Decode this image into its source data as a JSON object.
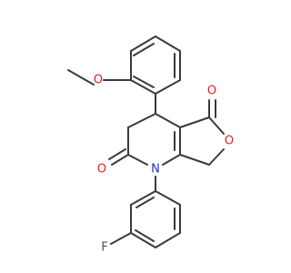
{
  "molecule": {
    "atoms": {
      "o_methoxy": "O",
      "o_ketone_top": "O",
      "o_ring": "O",
      "o_ketone_left": "O",
      "n_ring": "N",
      "f_sub": "F"
    },
    "colors": {
      "bond": "#3a3a3a",
      "oxygen": "#e0211b",
      "nitrogen": "#1f2fcf",
      "fluorine": "#4f4f4f"
    }
  }
}
